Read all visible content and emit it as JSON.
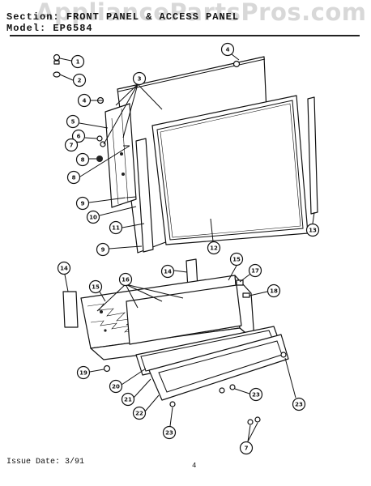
{
  "header": {
    "section_label": "Section:",
    "section_title": "FRONT PANEL & ACCESS PANEL",
    "model_label": "Model:",
    "model_number": "EP6584"
  },
  "watermark": "AppliancePartsPros.com",
  "footer": {
    "issue_date": "Issue Date: 3/91",
    "page_number": "4"
  },
  "callouts": {
    "c1": "1",
    "c2": "2",
    "c3": "3",
    "c4a": "4",
    "c4b": "4",
    "c5": "5",
    "c6": "6",
    "c7a": "7",
    "c7b": "7",
    "c8a": "8",
    "c8b": "8",
    "c9a": "9",
    "c9b": "9",
    "c10": "10",
    "c11": "11",
    "c12": "12",
    "c13": "13",
    "c14a": "14",
    "c14b": "14",
    "c15a": "15",
    "c15b": "15",
    "c16": "16",
    "c17": "17",
    "c18": "18",
    "c19": "19",
    "c20": "20",
    "c21": "21",
    "c22": "22",
    "c23a": "23",
    "c23b": "23",
    "c23c": "23"
  }
}
